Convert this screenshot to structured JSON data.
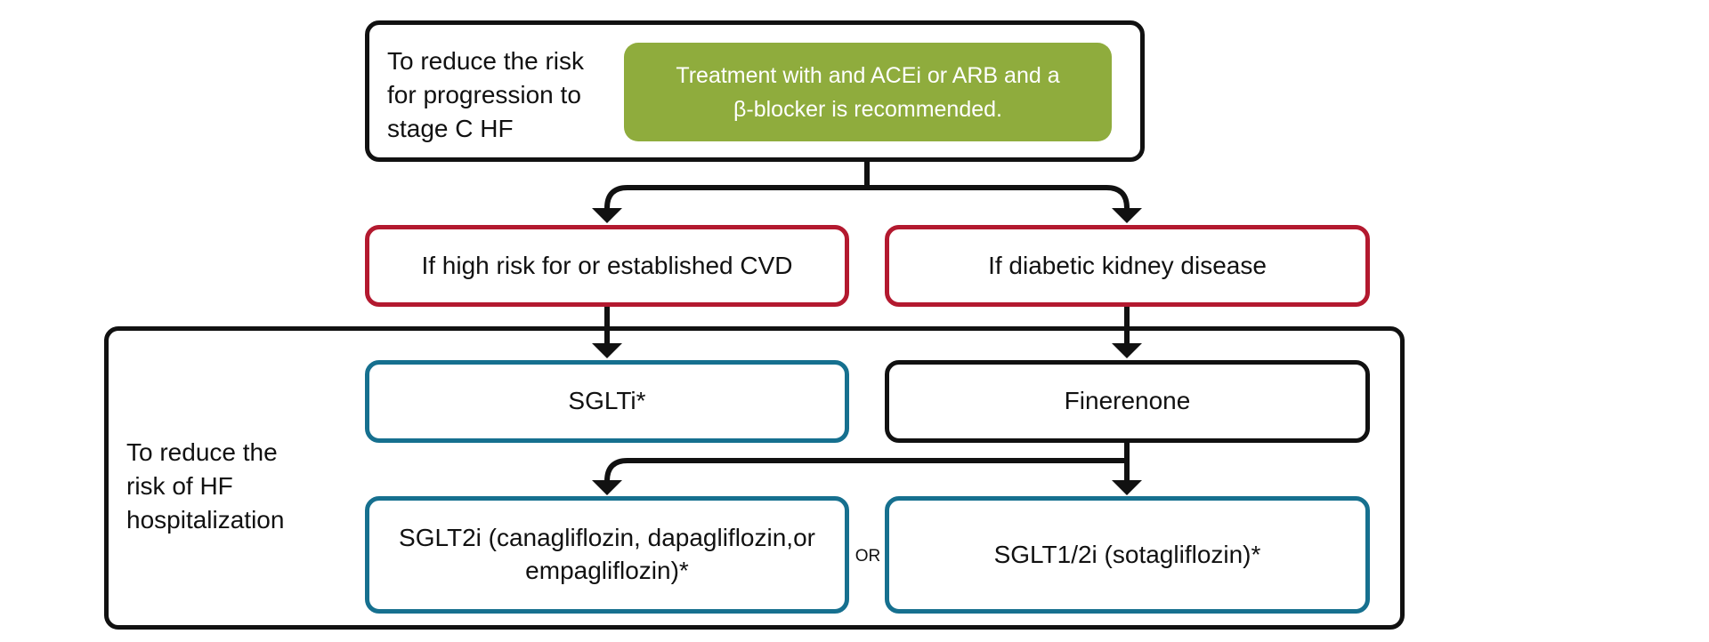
{
  "top_section": {
    "label": "To reduce the risk\nfor progression to\nstage C HF",
    "recommendation": "Treatment with and ACEi or ARB and a\nβ-blocker is recommended."
  },
  "conditions": [
    {
      "label": "If high risk for or established CVD"
    },
    {
      "label": "If diabetic kidney disease"
    }
  ],
  "bottom_section": {
    "label": "To reduce the\nrisk of HF\nhospitalization",
    "therapies": [
      {
        "label": "SGLTi*"
      },
      {
        "label": "Finerenone"
      },
      {
        "label": "SGLT2i (canagliflozin, dapagliflozin,or\nempagliflozin)*"
      },
      {
        "label": "SGLT1/2i (sotagliflozin)*"
      }
    ],
    "or_label": "OR"
  },
  "colors": {
    "green": "#8fac3d",
    "red": "#b3192f",
    "teal": "#16708f",
    "black": "#111111"
  }
}
